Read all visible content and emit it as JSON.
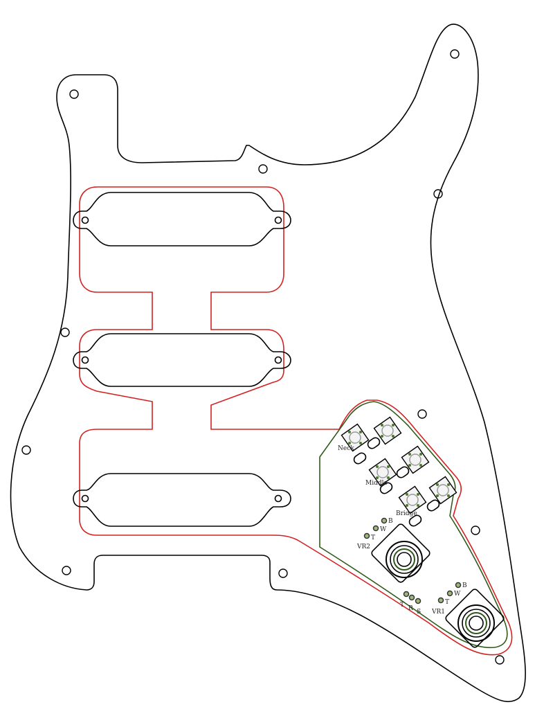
{
  "diagram": {
    "switch_labels": [
      "Neck",
      "Middle",
      "Bridge"
    ],
    "pot_pins": [
      "B",
      "W",
      "T"
    ],
    "pots": [
      "VR2",
      "VR1"
    ],
    "jack_pins": [
      "T",
      "R",
      "S"
    ]
  },
  "colors": {
    "outline": "#000000",
    "route": "#d42020",
    "pcb": "#2f5a1a"
  }
}
